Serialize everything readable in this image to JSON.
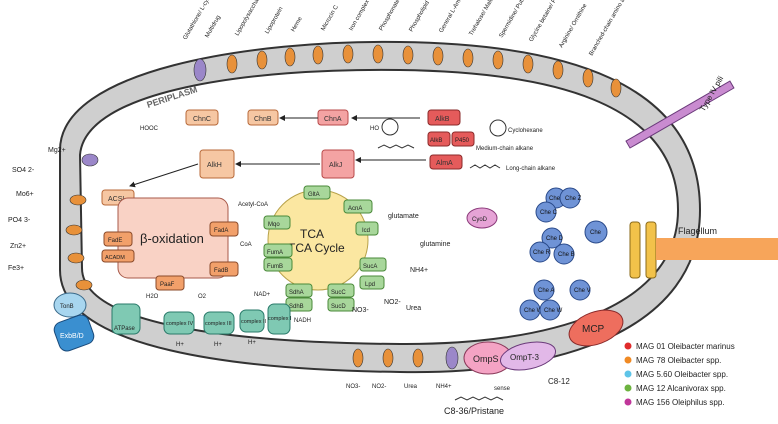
{
  "transporters_top": [
    "Glutathione/ L-cysteine",
    "Multidrug",
    "Lipopolysaccharide",
    "Lipoprotein",
    "Heme",
    "Microcin C",
    "Iron complex",
    "Phosphonate",
    "Phospholipid",
    "General L-Amino acid",
    "Trehalose/ Maltose",
    "Spermidine/ Putrescine",
    "Glycine betaine/ Proline",
    "Arginine/ Ornithine",
    "Branched-chain amino acid"
  ],
  "ions_left": [
    "Mg2+",
    "SO4 2-",
    "Mo6+",
    "PO4 3-",
    "Zn2+",
    "Fe3+"
  ],
  "periplasm_label": "PERIPLASM",
  "alkane_enzymes": {
    "chnc": "ChnC",
    "chnb": "ChnB",
    "chna": "ChnA",
    "alkb_top": "AlkB",
    "alkb2": "AlkB",
    "p450": "P450",
    "alma": "AlmA",
    "alkh": "AlkH",
    "alkj": "AlkJ",
    "acsl": "ACSL"
  },
  "alkane_labels": {
    "cyclohexane": "Cyclohexane",
    "medium": "Medium-chain alkane",
    "long": "Long-chain alkane",
    "ho": "HO",
    "hooc": "HOOC",
    "acetyl": "Acetyl-CoA",
    "coa": "CoA"
  },
  "beta_oxidation": {
    "title": "β-oxidation",
    "fade": "FadE",
    "acadm": "ACADM",
    "fada": "FadA",
    "fadb": "FadB",
    "paaf": "PaaF"
  },
  "tca": {
    "title": "TCA Cycle",
    "glta": "GltA",
    "acna": "AcnA",
    "icd": "Icd",
    "suca": "SucA",
    "lpd": "Lpd",
    "succ": "SucC",
    "sucd": "SucD",
    "sdha": "SdhA",
    "sdhb": "SdhB",
    "fuma": "FumA",
    "fumb": "FumB",
    "mqo": "Mqo"
  },
  "nitrogen": {
    "glutamate": "glutamate",
    "glutamine": "glutamine",
    "nh4": "NH4+",
    "urea": "Urea",
    "no3": "NO3-",
    "no2": "NO2-",
    "cyod": "CyoD"
  },
  "outer_nitrogen": [
    "NO3-",
    "NO2-",
    "Urea",
    "NH4+"
  ],
  "respiration": {
    "tonb": "TonB",
    "exbbd": "ExbB/D",
    "atpase": "ATPase",
    "complex4": "complex IV",
    "complex3": "complex III",
    "complex2": "complex II",
    "complex1": "complex I",
    "h2o": "H2O",
    "o2": "O2",
    "nad": "NAD+",
    "nadh": "NADH",
    "h": "H+"
  },
  "chemotaxis": {
    "chex": "Che X",
    "chez": "Che Z",
    "chec": "Che C",
    "ched": "Che D",
    "cher": "Che R",
    "cheb": "Che B",
    "che": "Che",
    "chea": "Che A",
    "chew": "Che W",
    "chew2": "Che W",
    "chev": "Che V",
    "mcp": "MCP"
  },
  "outer": {
    "omps": "OmpS",
    "ompt3": "OmpT-3",
    "sense": "sense",
    "pristane": "C8-36/Pristane",
    "c812": "C8-12",
    "pili": "Type IV pili",
    "flagellum": "Flagellum"
  },
  "legend": [
    {
      "label": "MAG 01 Oleibacter marinus",
      "color": "#e02b2b"
    },
    {
      "label": "MAG 78 Oleibacter spp.",
      "color": "#f08a24"
    },
    {
      "label": "MAG 5.60 Oleibacter spp.",
      "color": "#5ec4e8"
    },
    {
      "label": "MAG 12 Alcanivorax spp.",
      "color": "#6db33f"
    },
    {
      "label": "MAG 156 Oleiphilus spp.",
      "color": "#c0369a"
    }
  ],
  "colors": {
    "membrane": "#cfcfcf",
    "porin": "#e8913a",
    "purple": "#9b87c9",
    "red_enzyme": "#e55b5b",
    "peach": "#f6c7a3",
    "yellow": "#fbe7a1",
    "green": "#a8d79b",
    "blue": "#6f93d6",
    "pink": "#e6a3d6",
    "teal": "#7fc9b3"
  }
}
